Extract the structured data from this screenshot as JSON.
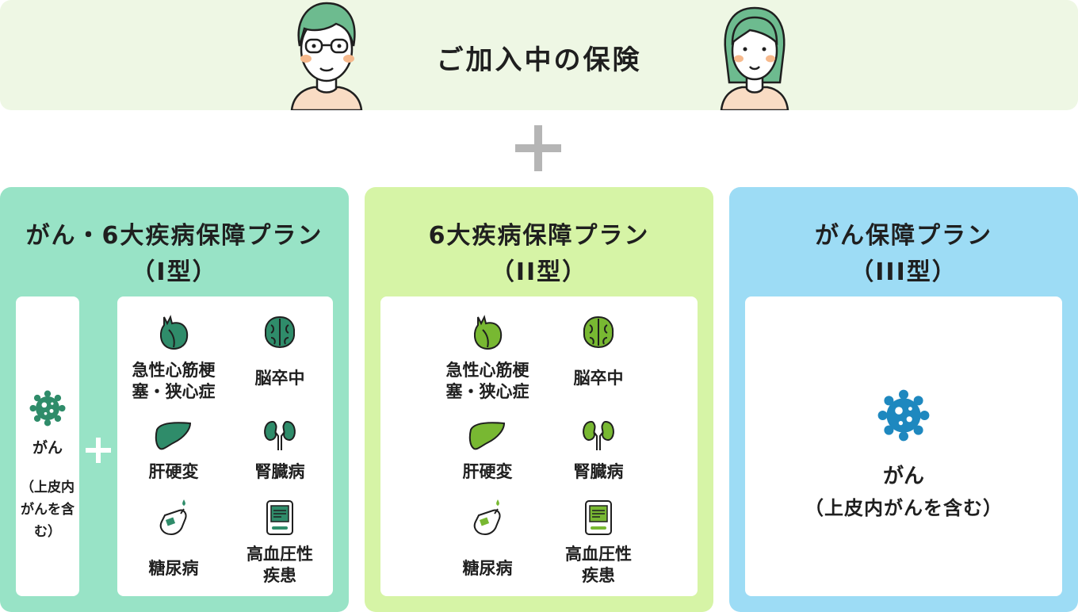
{
  "header": {
    "title": "ご加入中の保険",
    "plus_symbol": "+"
  },
  "plans": [
    {
      "title_line1": "がん・6大疾病保障プラン",
      "title_line2": "（I型）",
      "color": "#98e3c6",
      "icon_color": "#2f8c6a",
      "cancer_label": "がん",
      "cancer_note": "（上皮内がんを含む）",
      "diseases": [
        "急性心筋梗塞・狭心症",
        "脳卒中",
        "肝硬変",
        "腎臓病",
        "糖尿病",
        "高血圧性疾患"
      ]
    },
    {
      "title_line1": "6大疾病保障プラン",
      "title_line2": "（II型）",
      "color": "#d6f4a6",
      "icon_color": "#78b832",
      "diseases": [
        "急性心筋梗塞・狭心症",
        "脳卒中",
        "肝硬変",
        "腎臓病",
        "糖尿病",
        "高血圧性疾患"
      ]
    },
    {
      "title_line1": "がん保障プラン",
      "title_line2": "（III型）",
      "color": "#9ddcf5",
      "icon_color": "#1e88bf",
      "cancer_label": "がん",
      "cancer_note": "（上皮内がんを含む）"
    }
  ],
  "icons": {
    "heart": "heart-icon",
    "brain": "brain-icon",
    "liver": "liver-icon",
    "kidney": "kidney-icon",
    "glucose": "glucose-meter-icon",
    "blood_pressure": "blood-pressure-monitor-icon",
    "virus": "virus-icon"
  }
}
